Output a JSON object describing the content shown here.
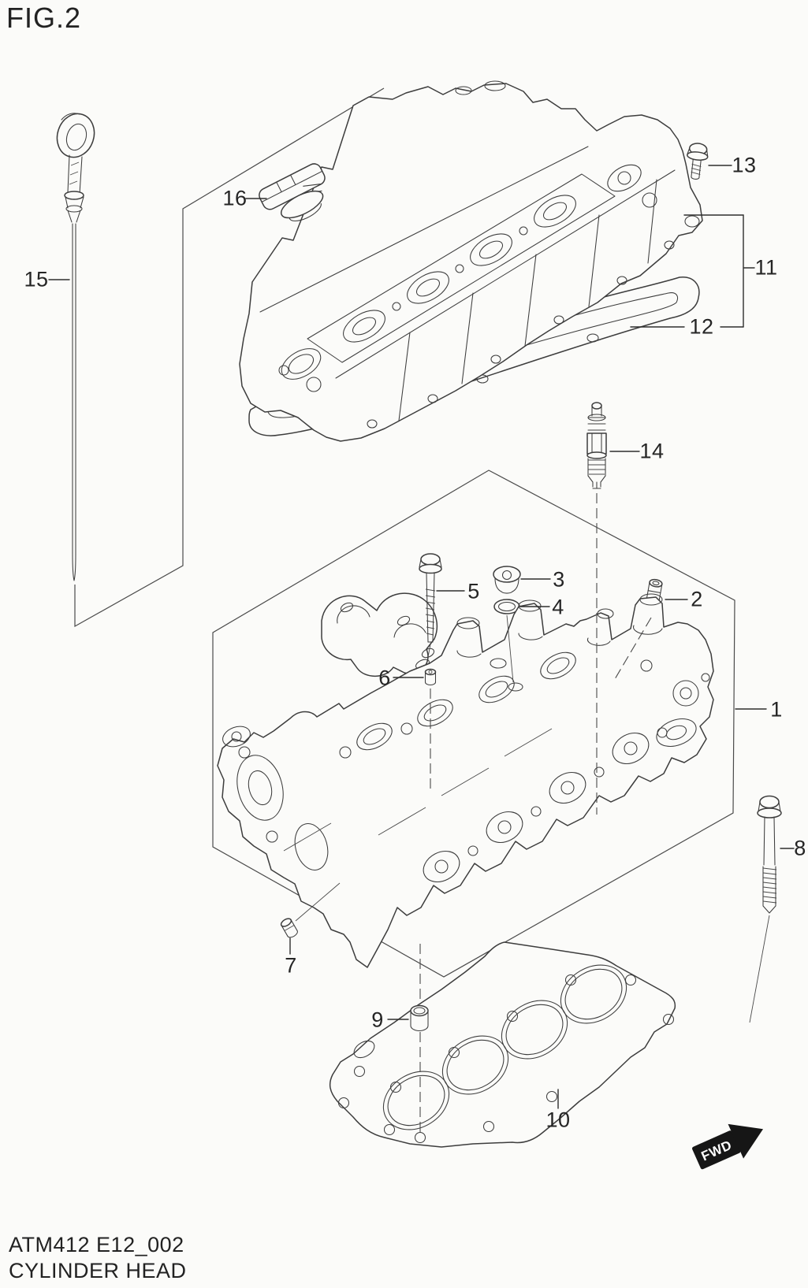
{
  "figure": {
    "title": "FIG.2",
    "code": "ATM412 E12_002",
    "caption": "CYLINDER HEAD"
  },
  "direction_marker": {
    "label": "FWD"
  },
  "callouts": [
    {
      "num": "1"
    },
    {
      "num": "2"
    },
    {
      "num": "3"
    },
    {
      "num": "4"
    },
    {
      "num": "5"
    },
    {
      "num": "6"
    },
    {
      "num": "7"
    },
    {
      "num": "8"
    },
    {
      "num": "9"
    },
    {
      "num": "10"
    },
    {
      "num": "11"
    },
    {
      "num": "12"
    },
    {
      "num": "13"
    },
    {
      "num": "14"
    },
    {
      "num": "15"
    },
    {
      "num": "16"
    }
  ],
  "colors": {
    "background": "#fbfbf9",
    "line": "#3d3d3d",
    "marker_fill": "#161616",
    "marker_text": "#ffffff"
  }
}
